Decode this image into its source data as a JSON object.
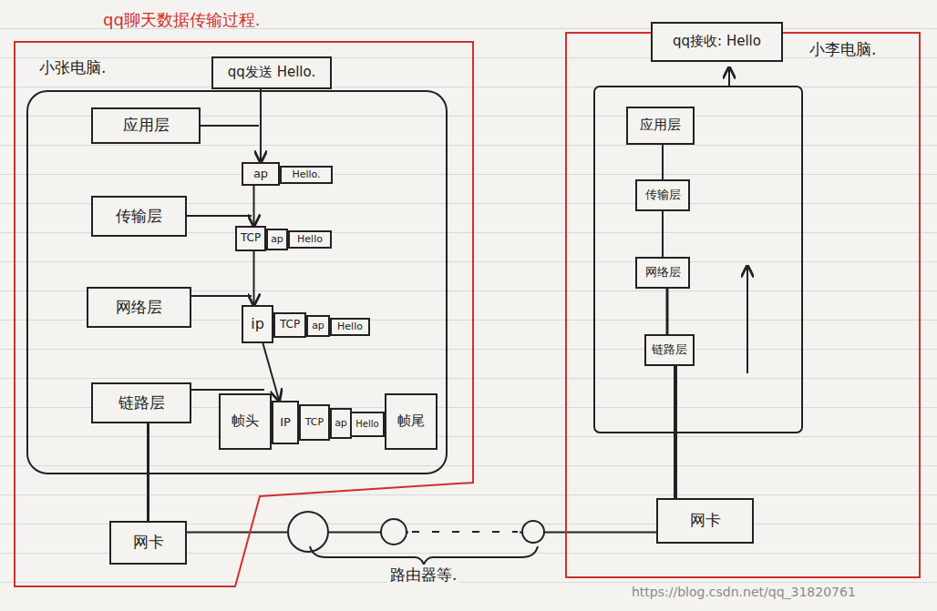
{
  "diagram": {
    "title": "qq聊天数据传输过程.",
    "nodes": [
      {
        "text": [
          "小张电脑."
        ]
      },
      {
        "text": [
          "qq发送 Hello."
        ],
        "in": 0
      },
      {
        "text": [
          "应用层"
        ],
        "in": 0
      },
      {
        "text": [
          "传输层"
        ],
        "in": 0
      },
      {
        "text": [
          "网络层"
        ],
        "in": 0
      },
      {
        "text": [
          "链路层"
        ],
        "in": 0
      },
      {
        "text": [
          "ap"
        ],
        "in": 0
      },
      {
        "text": [
          "Hello."
        ],
        "in": 0
      },
      {
        "text": [
          "TCP"
        ],
        "in": 0
      },
      {
        "text": [
          "ap"
        ],
        "in": 0
      },
      {
        "text": [
          "Hello"
        ],
        "in": 0
      },
      {
        "text": [
          "ip"
        ],
        "in": 0
      },
      {
        "text": [
          "TCP"
        ],
        "in": 0
      },
      {
        "text": [
          "ap"
        ],
        "in": 0
      },
      {
        "text": [
          "Hello"
        ],
        "in": 0
      },
      {
        "text": [
          "帧头"
        ],
        "in": 0
      },
      {
        "text": [
          "IP"
        ],
        "in": 0
      },
      {
        "text": [
          "TCP"
        ],
        "in": 0
      },
      {
        "text": [
          "ap"
        ],
        "in": 0
      },
      {
        "text": [
          "Hello"
        ],
        "in": 0
      },
      {
        "text": [
          "帧尾"
        ],
        "in": 0
      },
      {
        "text": [
          "网卡"
        ],
        "in": 0
      },
      {
        "text": [
          "小李电脑."
        ]
      },
      {
        "text": [
          "qq接收: Hello"
        ],
        "in": 22
      },
      {
        "text": [
          "应用层"
        ],
        "in": 22
      },
      {
        "text": [
          "传输层"
        ],
        "in": 22
      },
      {
        "text": [
          "网络层"
        ],
        "in": 22
      },
      {
        "text": [
          "链路层"
        ],
        "in": 22
      },
      {
        "text": [
          "网卡"
        ],
        "in": 22
      }
    ],
    "edges": [
      {
        "from": 1,
        "to": 6,
        "arrow": "to"
      },
      {
        "from": 6,
        "to": 8,
        "arrow": "to"
      },
      {
        "from": 8,
        "to": 11,
        "arrow": "to"
      },
      {
        "from": 11,
        "to": 16,
        "arrow": "to"
      },
      {
        "from": 5,
        "to": 21,
        "arrow": "none"
      },
      {
        "from": 21,
        "to": 28,
        "arrow": "none"
      },
      {
        "from": 28,
        "to": 27,
        "arrow": "none"
      },
      {
        "from": 27,
        "to": 26,
        "arrow": "none"
      },
      {
        "from": 26,
        "to": 25,
        "arrow": "none"
      },
      {
        "from": 25,
        "to": 24,
        "arrow": "none"
      }
    ],
    "labels": [
      "路由器等.",
      "https://blog.csdn.net/qq_31820761"
    ]
  }
}
